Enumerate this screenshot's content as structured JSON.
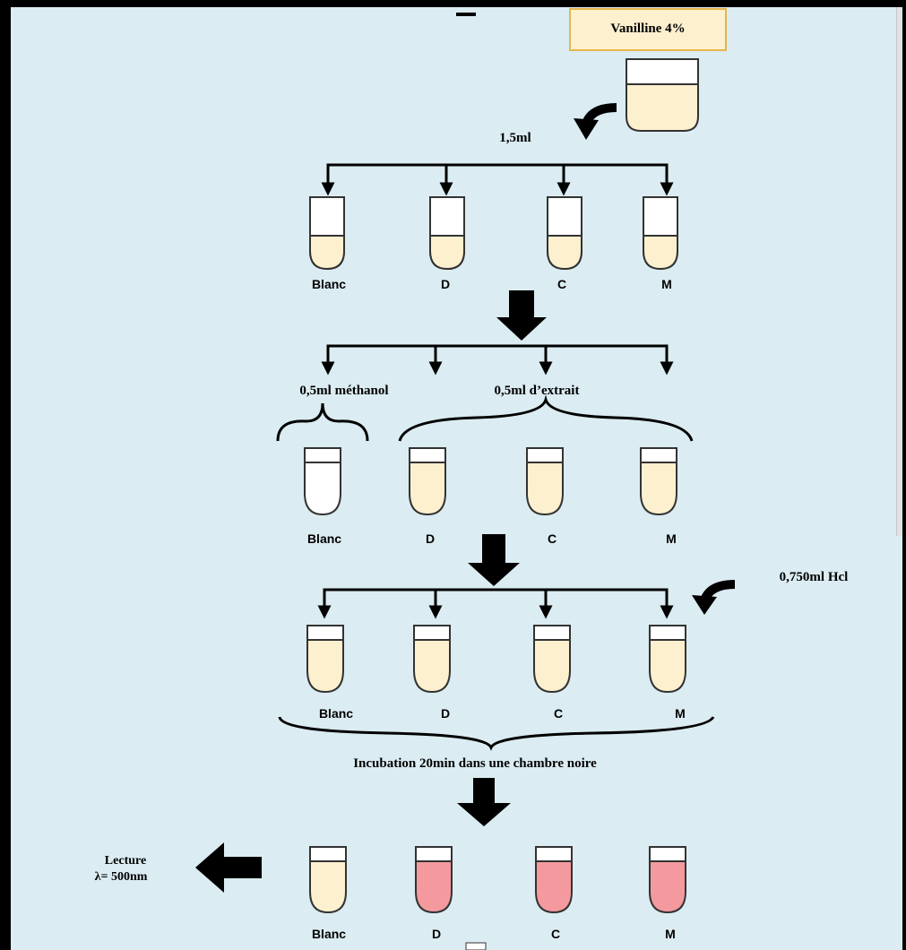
{
  "reagent": {
    "label": "Vanilline 4%"
  },
  "steps": {
    "vanilline_volume": "1,5ml",
    "methanol_label": "0,5ml méthanol",
    "extract_label": "0,5ml d’extrait",
    "hcl_label": "0,750ml Hcl",
    "incubation_label": "Incubation 20min dans une chambre noire",
    "reading_line1": "Lecture",
    "reading_line2": "λ= 500nm"
  },
  "tubes": {
    "row1": [
      "Blanc",
      "D",
      "C",
      "M"
    ],
    "row2": [
      "Blanc",
      "D",
      "C",
      "M"
    ],
    "row3": [
      "Blanc",
      "D",
      "C",
      "M"
    ],
    "row4": [
      "Blanc",
      "D",
      "C",
      "M"
    ]
  },
  "colors": {
    "background": "#dbecf2",
    "liquid_cream": "#fdf0cf",
    "liquid_pink": "#f49a9f",
    "label_box": "#fdf0cf",
    "label_box_border": "#e5b64a"
  }
}
